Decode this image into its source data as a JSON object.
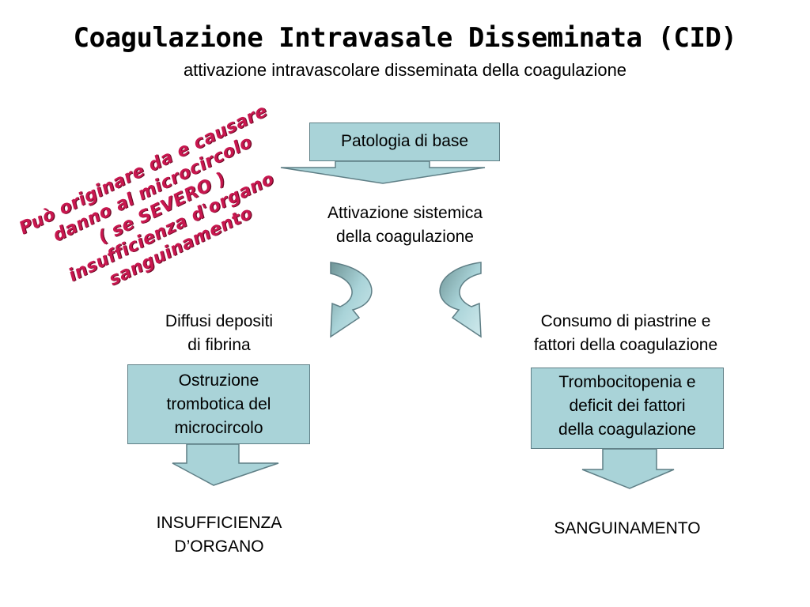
{
  "title": "Coagulazione Intravasale Disseminata (CID)",
  "subtitle": "attivazione intravascolare disseminata della coagulazione",
  "top_box": "Patologia di base",
  "activation": [
    "Attivazione sistemica",
    "della coagulazione"
  ],
  "left_label": [
    "Diffusi depositi",
    "di fibrina"
  ],
  "left_box": [
    "Ostruzione",
    "trombotica del",
    "microcircolo"
  ],
  "left_outcome": [
    "INSUFFICIENZA",
    "D’ORGANO"
  ],
  "right_label": [
    "Consumo di piastrine e",
    "fattori della coagulazione"
  ],
  "right_box": [
    "Trombocitopenia e",
    "deficit dei fattori",
    "della coagulazione"
  ],
  "right_outcome": "SANGUINAMENTO",
  "note": [
    "Può originare da e causare",
    "danno al microcircolo",
    "( se SEVERO )",
    "insufficienza d'organo",
    "sanguinamento"
  ],
  "colors": {
    "box_fill": "#a9d3d8",
    "note_text": "#c8174f"
  }
}
